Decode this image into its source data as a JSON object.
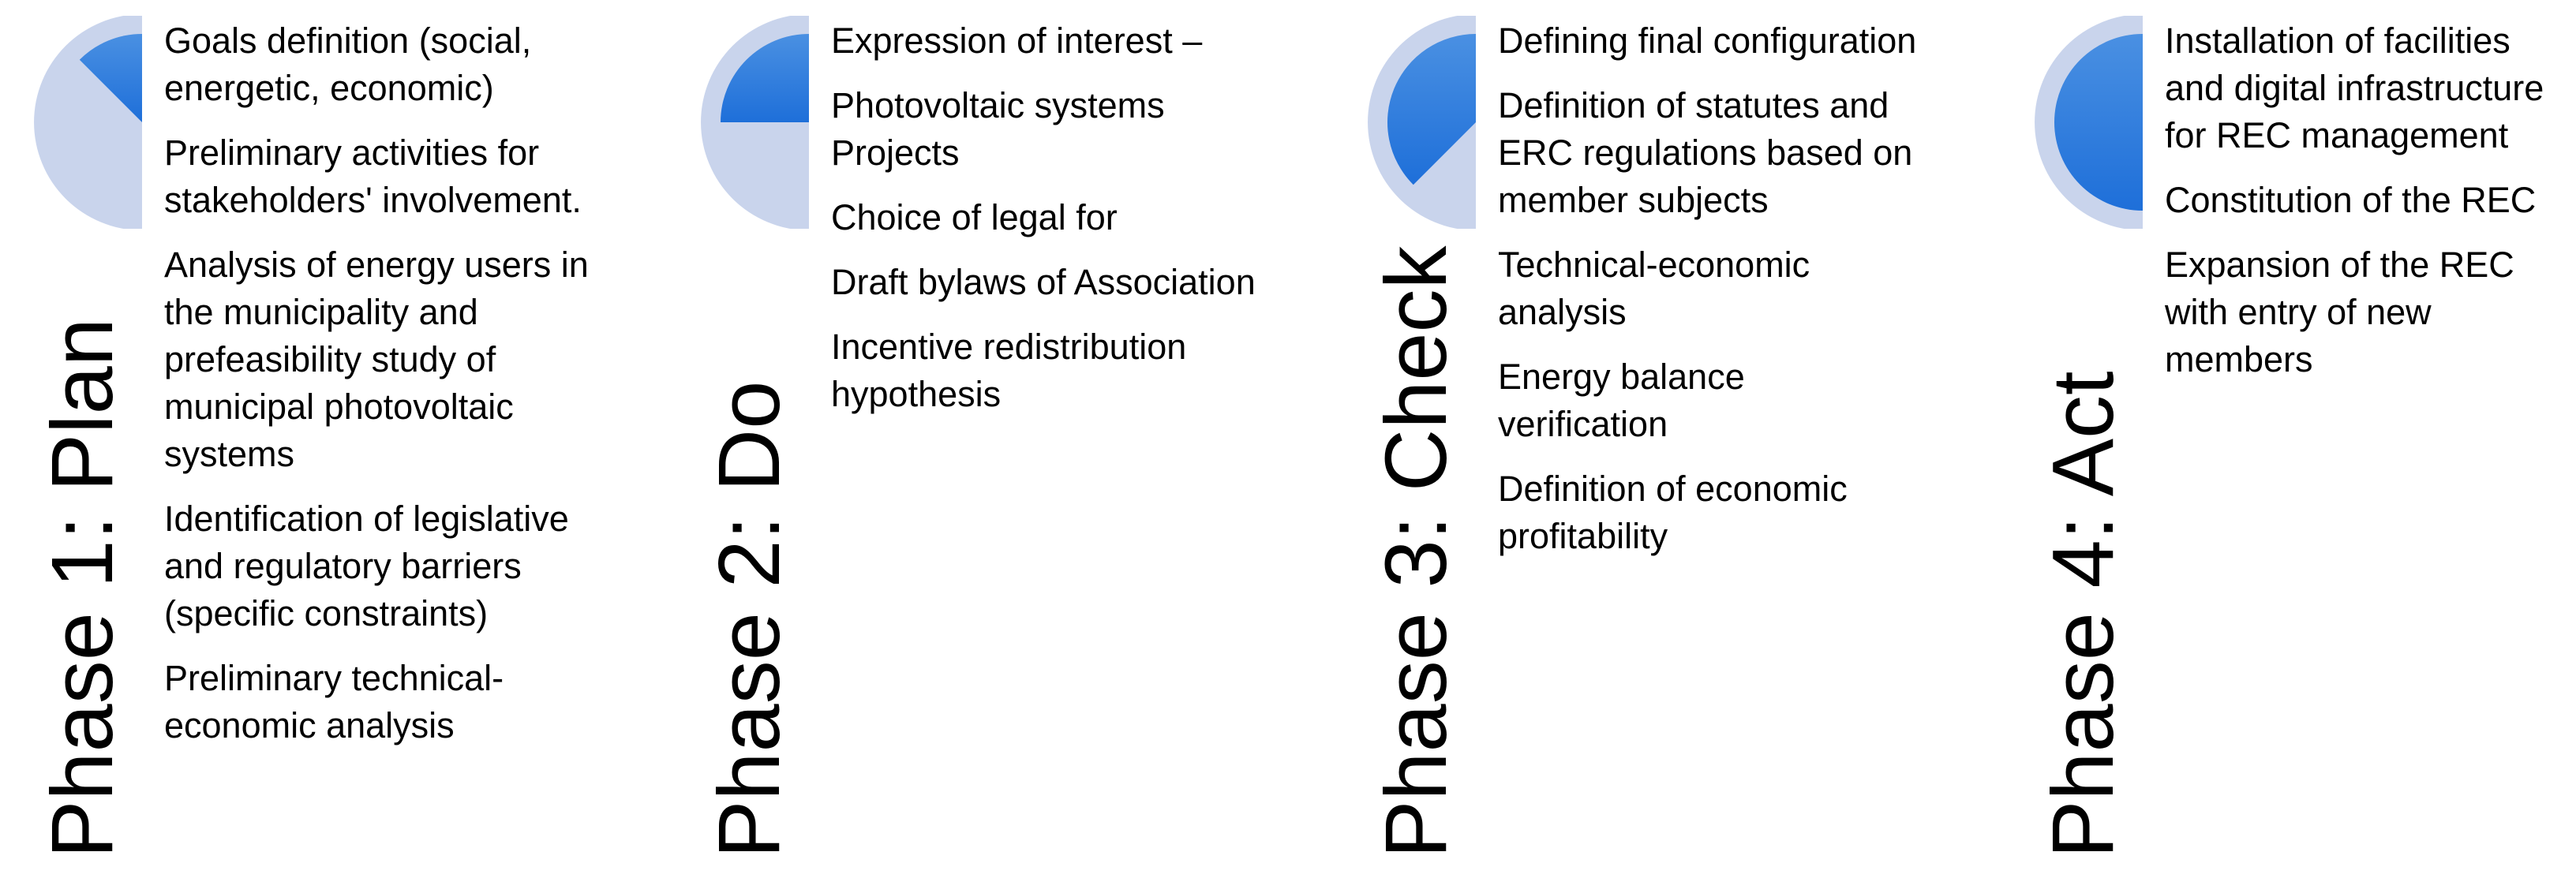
{
  "colors": {
    "pie_background": "#C9D4EC",
    "pie_fill": "#1E6FD9",
    "pie_fill_light": "#4A90E2"
  },
  "phases": [
    {
      "title": "Phase 1: Plan",
      "progress_fraction": 0.125,
      "items": [
        "Goals definition (social, energetic, economic)",
        "Preliminary activities for stakeholders' involvement.",
        "Analysis of energy users in the municipality and prefeasibility study of municipal photovoltaic systems",
        "Identification of legislative and regulatory barriers (specific constraints)",
        "Preliminary technical-economic analysis"
      ]
    },
    {
      "title": "Phase 2: Do",
      "progress_fraction": 0.25,
      "items": [
        "Expression of interest –",
        "Photovoltaic systems Projects",
        "Choice of legal for",
        "Draft bylaws of Association",
        "Incentive redistribution hypothesis"
      ]
    },
    {
      "title": "Phase 3: Check",
      "progress_fraction": 0.375,
      "items": [
        "Defining final configuration",
        "Definition of statutes and ERC regulations based on member subjects",
        "Technical-economic analysis",
        "Energy balance verification",
        "Definition of economic profitability"
      ]
    },
    {
      "title": "Phase 4: Act",
      "progress_fraction": 0.5,
      "items": [
        "Installation of facilities and digital infrastructure for REC management",
        "Constitution of the REC",
        "Expansion of the REC with entry of new members"
      ]
    }
  ]
}
